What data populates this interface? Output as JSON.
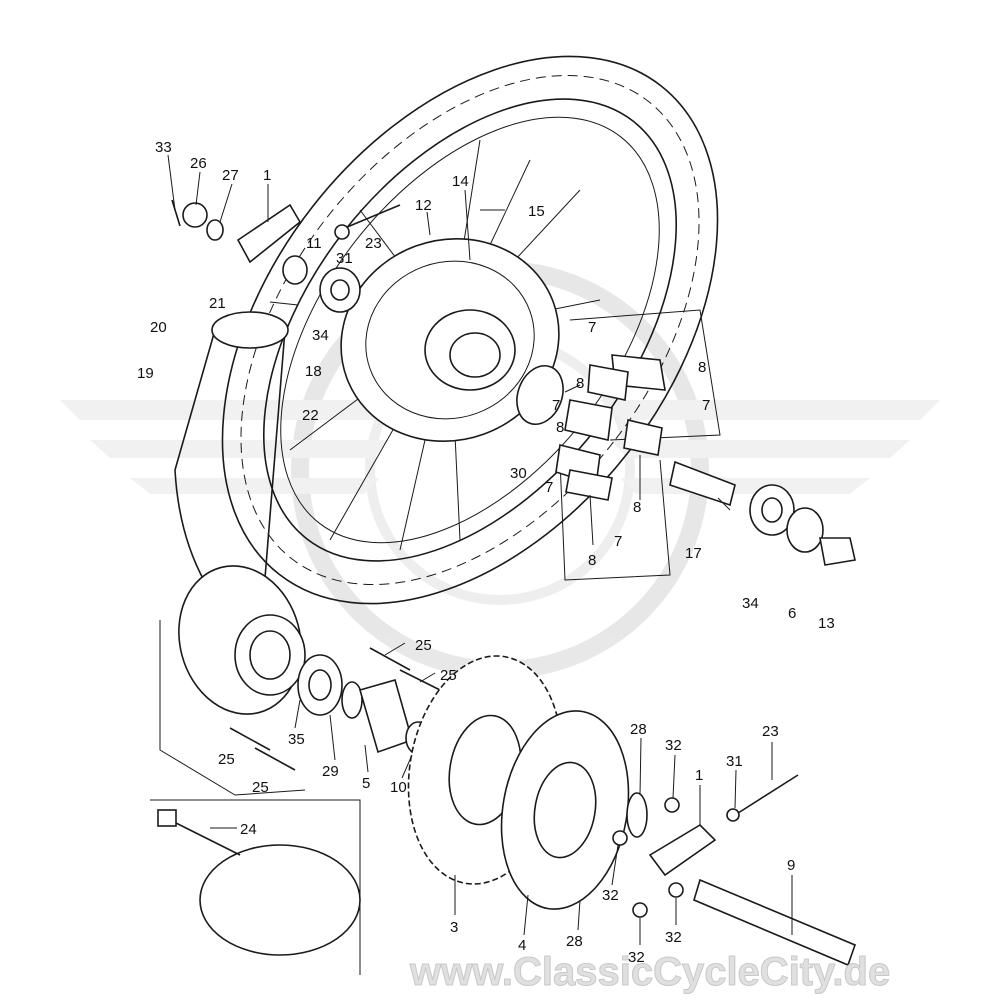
{
  "watermark": "www.ClassicCycleCity.de",
  "colors": {
    "ink": "#1a1a1a",
    "watermark": "#d6d6d6",
    "background": "#ffffff"
  },
  "labels": [
    {
      "text": "33"
    },
    {
      "text": "26"
    },
    {
      "text": "27"
    },
    {
      "text": "1"
    },
    {
      "text": "14"
    },
    {
      "text": "15"
    },
    {
      "text": "12"
    },
    {
      "text": "23"
    },
    {
      "text": "11"
    },
    {
      "text": "31"
    },
    {
      "text": "21"
    },
    {
      "text": "34"
    },
    {
      "text": "20"
    },
    {
      "text": "19"
    },
    {
      "text": "18"
    },
    {
      "text": "22"
    },
    {
      "text": "7"
    },
    {
      "text": "8"
    },
    {
      "text": "8"
    },
    {
      "text": "7"
    },
    {
      "text": "7"
    },
    {
      "text": "8"
    },
    {
      "text": "30"
    },
    {
      "text": "7"
    },
    {
      "text": "8"
    },
    {
      "text": "7"
    },
    {
      "text": "8"
    },
    {
      "text": "17"
    },
    {
      "text": "34"
    },
    {
      "text": "6"
    },
    {
      "text": "13"
    },
    {
      "text": "25"
    },
    {
      "text": "25"
    },
    {
      "text": "35"
    },
    {
      "text": "29"
    },
    {
      "text": "5"
    },
    {
      "text": "10"
    },
    {
      "text": "25"
    },
    {
      "text": "25"
    },
    {
      "text": "24"
    },
    {
      "text": "28"
    },
    {
      "text": "32"
    },
    {
      "text": "23"
    },
    {
      "text": "31"
    },
    {
      "text": "1"
    },
    {
      "text": "3"
    },
    {
      "text": "32"
    },
    {
      "text": "9"
    },
    {
      "text": "4"
    },
    {
      "text": "28"
    },
    {
      "text": "32"
    },
    {
      "text": "32"
    }
  ]
}
